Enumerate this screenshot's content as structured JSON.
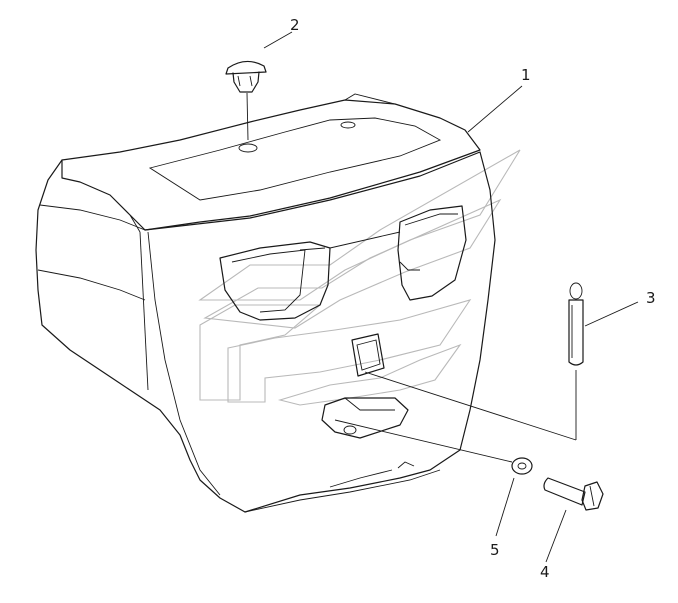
{
  "diagram": {
    "callouts": [
      {
        "number": "1",
        "part": "bumper-cover"
      },
      {
        "number": "2",
        "part": "push-clip"
      },
      {
        "number": "3",
        "part": "tow-pin"
      },
      {
        "number": "4",
        "part": "bolt"
      },
      {
        "number": "5",
        "part": "washer"
      }
    ]
  }
}
